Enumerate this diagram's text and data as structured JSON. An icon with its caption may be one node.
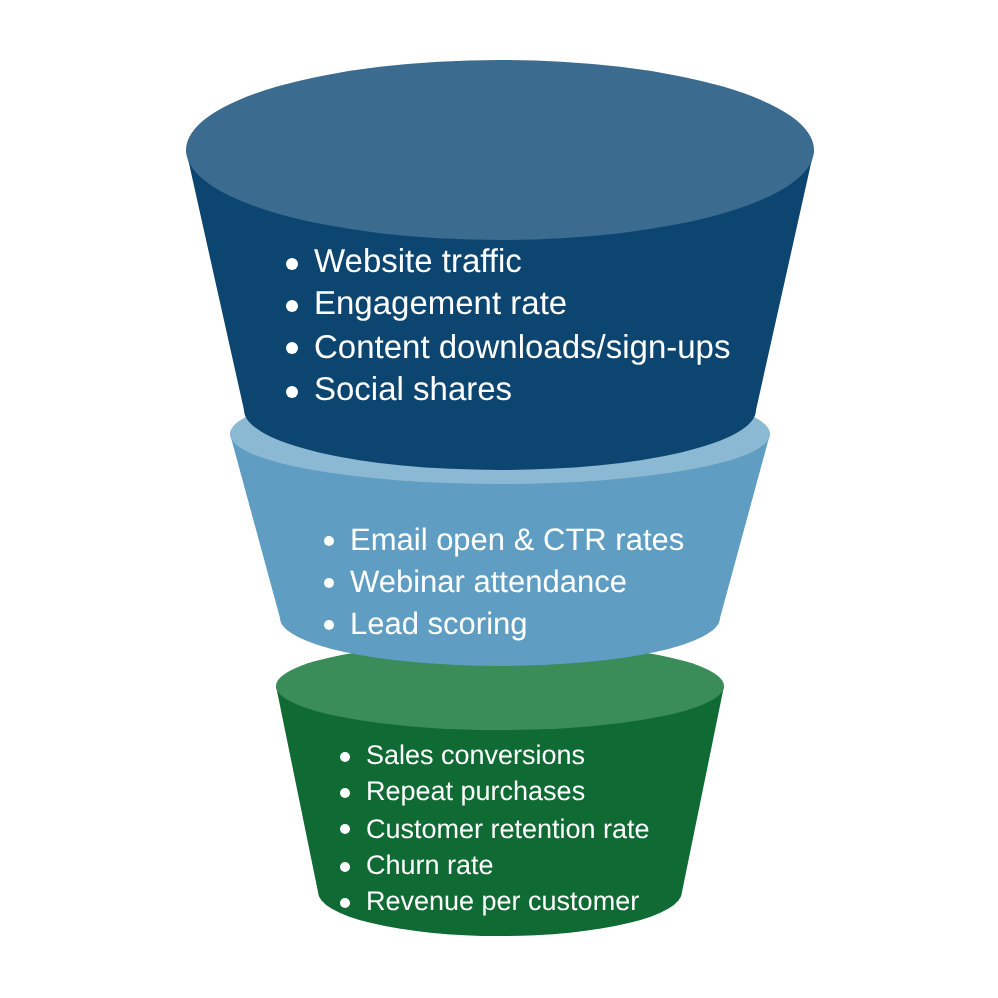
{
  "diagram": {
    "nodes": [
      {
        "text": [
          "Website traffic",
          "Engagement rate",
          "Content downloads/sign-ups",
          "Social shares"
        ]
      },
      {
        "text": [
          "Email open & CTR rates",
          "Webinar attendance",
          "Lead scoring"
        ]
      },
      {
        "text": [
          "Sales conversions",
          "Repeat purchases",
          "Customer retention rate",
          "Churn rate",
          "Revenue per customer"
        ]
      }
    ]
  }
}
